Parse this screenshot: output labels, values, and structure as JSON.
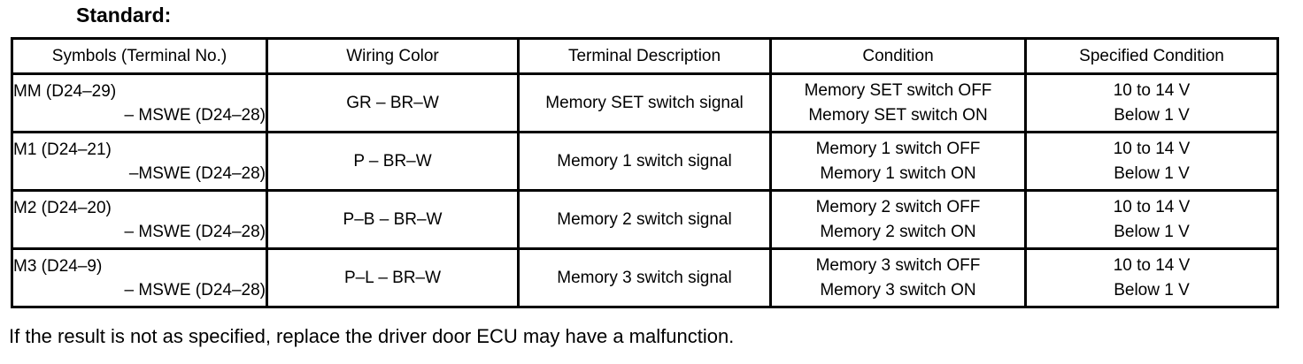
{
  "title": "Standard:",
  "table": {
    "headers": [
      "Symbols (Terminal No.)",
      "Wiring Color",
      "Terminal Description",
      "Condition",
      "Specified Condition"
    ],
    "rows": [
      {
        "symbol_line1": "MM (D24–29)",
        "symbol_line2": "– MSWE (D24–28)",
        "wiring_color": "GR – BR–W",
        "terminal_description": "Memory SET switch signal",
        "condition_line1": "Memory SET switch OFF",
        "condition_line2": "Memory SET switch ON",
        "specified_line1": "10 to 14 V",
        "specified_line2": "Below 1 V"
      },
      {
        "symbol_line1": "M1 (D24–21)",
        "symbol_line2": "–MSWE (D24–28)",
        "wiring_color": "P – BR–W",
        "terminal_description": "Memory 1 switch signal",
        "condition_line1": "Memory 1 switch OFF",
        "condition_line2": "Memory 1 switch ON",
        "specified_line1": "10 to 14 V",
        "specified_line2": "Below 1 V"
      },
      {
        "symbol_line1": "M2 (D24–20)",
        "symbol_line2": "– MSWE (D24–28)",
        "wiring_color": "P–B – BR–W",
        "terminal_description": "Memory 2 switch signal",
        "condition_line1": "Memory 2 switch OFF",
        "condition_line2": "Memory 2 switch ON",
        "specified_line1": "10 to 14 V",
        "specified_line2": "Below 1 V"
      },
      {
        "symbol_line1": "M3 (D24–9)",
        "symbol_line2": "– MSWE (D24–28)",
        "wiring_color": "P–L – BR–W",
        "terminal_description": "Memory 3 switch signal",
        "condition_line1": "Memory 3 switch OFF",
        "condition_line2": "Memory 3 switch ON",
        "specified_line1": "10 to 14 V",
        "specified_line2": "Below 1 V"
      }
    ]
  },
  "footer_note": "If the result is not as specified, replace the driver door ECU may have a malfunction.",
  "colors": {
    "text": "#000000",
    "background": "#ffffff",
    "border": "#000000"
  }
}
